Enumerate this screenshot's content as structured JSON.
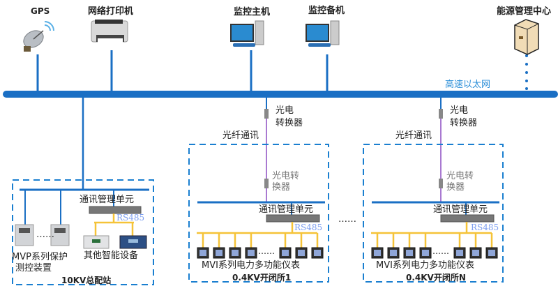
{
  "colors": {
    "ethernet": "#1a6fc4",
    "fiber": "#a979d1",
    "rs485": "#f5c338",
    "dashed_box": "#1a7fd0",
    "ethernet_label": "#2d8fd8",
    "rs485_label": "#7b9df0"
  },
  "top_devices": {
    "gps": "GPS",
    "printer": "网络打印机",
    "main_host": "监控主机",
    "backup_host": "监控备机",
    "energy_center": "能源管理中心"
  },
  "ethernet_label": "高速以太网",
  "stations": [
    {
      "name": "10KV总配站",
      "comm_unit": "通讯管理单元",
      "rs485": "RS485",
      "protection_device": "MVP系列保护\n测控装置",
      "protection_line1": "MVP系列保护",
      "protection_line2": "测控装置",
      "other_devices": "其他智能设备",
      "ellipsis": "……"
    },
    {
      "name": "0.4KV开闭所1",
      "converter_top": "光电\n转换器",
      "converter_top_line1": "光电",
      "converter_top_line2": "转换器",
      "fiber": "光纤通讯",
      "converter_bottom_line1": "光电转",
      "converter_bottom_line2": "换器",
      "comm_unit": "通讯管理单元",
      "rs485": "RS485",
      "meters": "MVI系列电力多功能仪表",
      "ellipsis": "……"
    },
    {
      "name": "0.4KV开闭所N",
      "converter_top_line1": "光电",
      "converter_top_line2": "转换器",
      "fiber": "光纤通讯",
      "converter_bottom_line1": "光电转",
      "converter_bottom_line2": "换器",
      "comm_unit": "通讯管理单元",
      "rs485": "RS485",
      "meters": "MVI系列电力多功能仪表",
      "ellipsis": "……"
    }
  ],
  "between_stations_ellipsis": "……"
}
